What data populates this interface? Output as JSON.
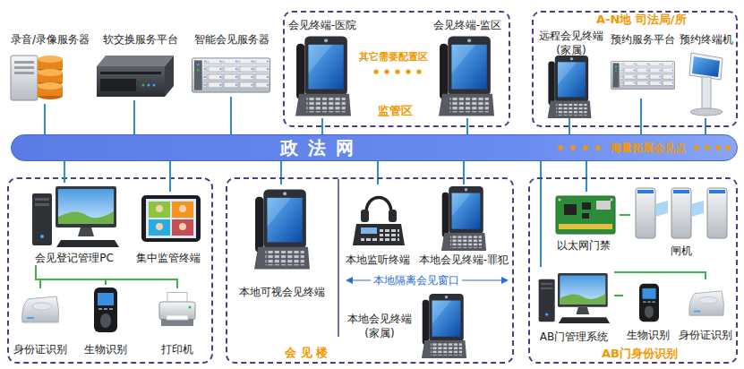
{
  "diagram": {
    "nodes": [
      {
        "text": [
          "录音/录像服务器"
        ]
      },
      {
        "text": [
          "软交换服务平台"
        ]
      },
      {
        "text": [
          "智能会见服务器"
        ]
      },
      {
        "text": [
          "监管区"
        ]
      },
      {
        "text": [
          "会见终端-医院"
        ],
        "in": 3
      },
      {
        "text": [
          "会见终端-监区"
        ],
        "in": 3
      },
      {
        "text": [
          "A-N地 司法局/所"
        ]
      },
      {
        "text": [
          "远程会见终端 (家属)"
        ],
        "in": 6
      },
      {
        "text": [
          "预约服务平台"
        ],
        "in": 6
      },
      {
        "text": [
          "预约终端机"
        ],
        "in": 6
      },
      {
        "text": [
          "政 法 网"
        ]
      },
      {
        "text": [
          "会见登记管理PC"
        ]
      },
      {
        "text": [
          "集中监管终端"
        ]
      },
      {
        "text": [
          "身份证识别"
        ]
      },
      {
        "text": [
          "生物识别"
        ]
      },
      {
        "text": [
          "打印机"
        ]
      },
      {
        "text": [
          "会 见 楼"
        ]
      },
      {
        "text": [
          "本地可视会见终端"
        ],
        "in": 16
      },
      {
        "text": [
          "本地监听终端"
        ],
        "in": 16
      },
      {
        "text": [
          "本地会见终端-罪犯"
        ],
        "in": 16
      },
      {
        "text": [
          "本地会见终端 (家属)"
        ],
        "in": 16
      },
      {
        "text": [
          "AB门身份识别"
        ]
      },
      {
        "text": [
          "以太网门禁"
        ],
        "in": 21
      },
      {
        "text": [
          "闸机"
        ],
        "in": 21
      },
      {
        "text": [
          "AB门管理系统"
        ],
        "in": 21
      },
      {
        "text": [
          "生物识别"
        ],
        "in": 21
      },
      {
        "text": [
          "身份证识别"
        ],
        "in": 21
      }
    ],
    "edges": [
      {
        "from": 0,
        "to": 10,
        "arrow": "none"
      },
      {
        "from": 1,
        "to": 10,
        "arrow": "none"
      },
      {
        "from": 2,
        "to": 10,
        "arrow": "none"
      },
      {
        "from": 4,
        "to": 10,
        "arrow": "none"
      },
      {
        "from": 5,
        "to": 10,
        "arrow": "none"
      },
      {
        "from": 7,
        "to": 10,
        "arrow": "none"
      },
      {
        "from": 8,
        "to": 10,
        "arrow": "none"
      },
      {
        "from": 9,
        "to": 10,
        "arrow": "none"
      },
      {
        "from": 11,
        "to": 10,
        "arrow": "none"
      },
      {
        "from": 12,
        "to": 10,
        "arrow": "none"
      },
      {
        "from": 17,
        "to": 10,
        "arrow": "none"
      },
      {
        "from": 18,
        "to": 10,
        "arrow": "none"
      },
      {
        "from": 19,
        "to": 10,
        "arrow": "none"
      },
      {
        "from": 24,
        "to": 10,
        "arrow": "none"
      },
      {
        "from": 22,
        "to": 10,
        "arrow": "none"
      },
      {
        "from": 11,
        "to": 13,
        "arrow": "none"
      },
      {
        "from": 11,
        "to": 14,
        "arrow": "none"
      },
      {
        "from": 11,
        "to": 15,
        "arrow": "none"
      },
      {
        "from": 22,
        "to": 23,
        "arrow": "none"
      },
      {
        "from": 24,
        "to": 25,
        "arrow": "none"
      },
      {
        "from": 24,
        "to": 26,
        "arrow": "none"
      }
    ],
    "labels": [
      "其它需要配置区",
      "海量拓展会见点",
      "本地隔离会见窗口"
    ]
  }
}
